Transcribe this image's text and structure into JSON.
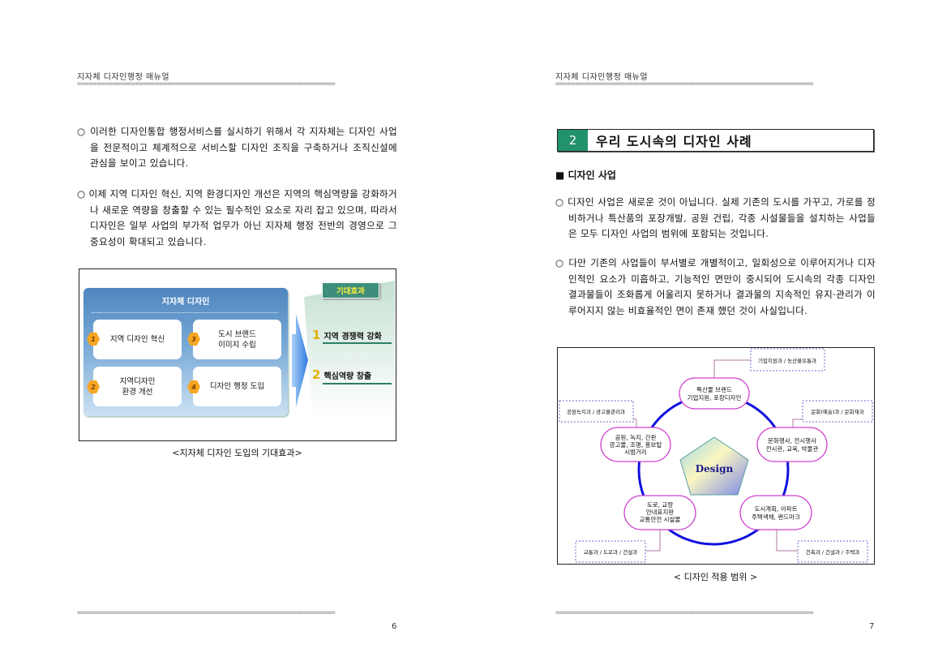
{
  "header_title": "지자체 디자인행정 매뉴얼",
  "rule": "==================================================================",
  "left_page": {
    "paragraphs": [
      "○ 이러한 디자인통합 행정서비스를 실시하기 위해서 각 지자체는 디자인 사업을 전문적이고 체계적으로 서비스할 디자인 조직을 구축하거나 조직신설에 관심을 보이고 있습니다.",
      "○ 이제 지역 디자인 혁신, 지역 환경디자인 개선은 지역의 핵심역량을 강화하거나 새로운 역량을 창출할 수 있는 필수적인 요소로 자리 잡고 있으며, 따라서 디자인은 일부 사업의 부가적 업무가 아닌 지자체 행정 전반의 경영으로 그 중요성이 확대되고 있습니다."
    ],
    "diagram": {
      "panel_title": "지자체 디자인",
      "cards": [
        {
          "num": "1",
          "lines": [
            "지역 디자인 혁신"
          ]
        },
        {
          "num": "2",
          "lines": [
            "지역디자인",
            "환경 개선"
          ]
        },
        {
          "num": "3",
          "lines": [
            "도시 브랜드",
            "이미지 수립"
          ]
        },
        {
          "num": "4",
          "lines": [
            "디자인 행정 도입"
          ]
        }
      ],
      "effects_tab": "기대효과",
      "effects": [
        {
          "num": "1",
          "label": "지역 경쟁력 강화"
        },
        {
          "num": "2",
          "label": "핵심역량 창출"
        }
      ]
    },
    "caption": "<지자체 디자인 도입의 기대효과>",
    "page_number": "6"
  },
  "right_page": {
    "section_number": "2",
    "section_title": "우리 도시속의 디자인 사례",
    "subheading": "■ 디자인 사업",
    "paragraphs": [
      "○ 디자인 사업은 새로운 것이 아닙니다. 실제 기존의 도시를 가꾸고, 가로를 정비하거나 특산품의 포장개발, 공원 건립, 각종 시설물들을 설치하는 사업들은 모두 디자인 사업의 범위에 포함되는 것입니다.",
      "○ 다만 기존의 사업들이 부서별로 개별적이고, 일회성으로 이루어지거나 디자인적인 요소가 미흡하고, 기능적인 면만이 중시되어 도시속의 각종 디자인 결과물들이 조화롭게 어울리지 못하거나 결과물의 지속적인 유지·관리가 이루어지지 않는 비효율적인 면이 존재 했던 것이 사실입니다."
    ],
    "diagram": {
      "center": "Design",
      "nodes": [
        {
          "lines": [
            "특산물 브랜드",
            "기업지원, 포장디자인"
          ],
          "dept": "기업지원과 / 농산물유통과"
        },
        {
          "lines": [
            "문화행사, 전시행사",
            "전시관, 교육, 박물관"
          ],
          "dept": "문화(예술)과 / 문화재과"
        },
        {
          "lines": [
            "도시계획, 아파트",
            "주택색채, 랜드마크"
          ],
          "dept": "건축과 / 건설과 / 주택과"
        },
        {
          "lines": [
            "도로, 교량",
            "안내표지판",
            "교통안전 시설물"
          ],
          "dept": "교통과 / 도로과 / 건설과"
        },
        {
          "lines": [
            "공원, 녹지, 간판",
            "광고물, 조명, 홍보탑",
            "시범거리"
          ],
          "dept": "공원녹지과 / 광고물관리과"
        }
      ],
      "colors": {
        "ring": "#1010e0",
        "pill": "#d040d0",
        "dept_border": "#6a6ad0",
        "accent": "#22916e"
      }
    },
    "caption": "< 디자인 적용 범위 >",
    "page_number": "7"
  }
}
